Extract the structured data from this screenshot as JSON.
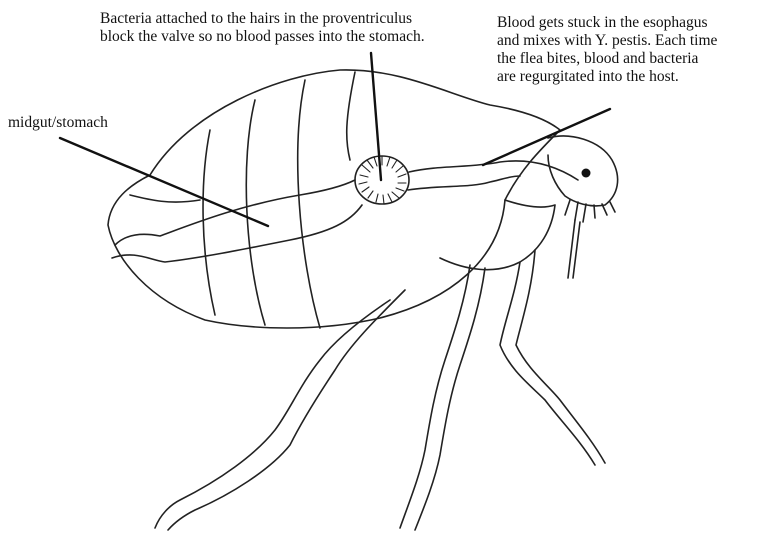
{
  "labels": {
    "midgut": "midgut/stomach",
    "proventriculus": "Bacteria attached to the hairs in the proventriculus\nblock the valve so no blood passes into the stomach.",
    "esophagus": "Blood gets stuck in the esophagus\nand mixes with Y. pestis. Each time\nthe flea bites, blood and bacteria\nare regurgitated into the host."
  },
  "colors": {
    "ink": "#111111",
    "background": "#ffffff"
  }
}
